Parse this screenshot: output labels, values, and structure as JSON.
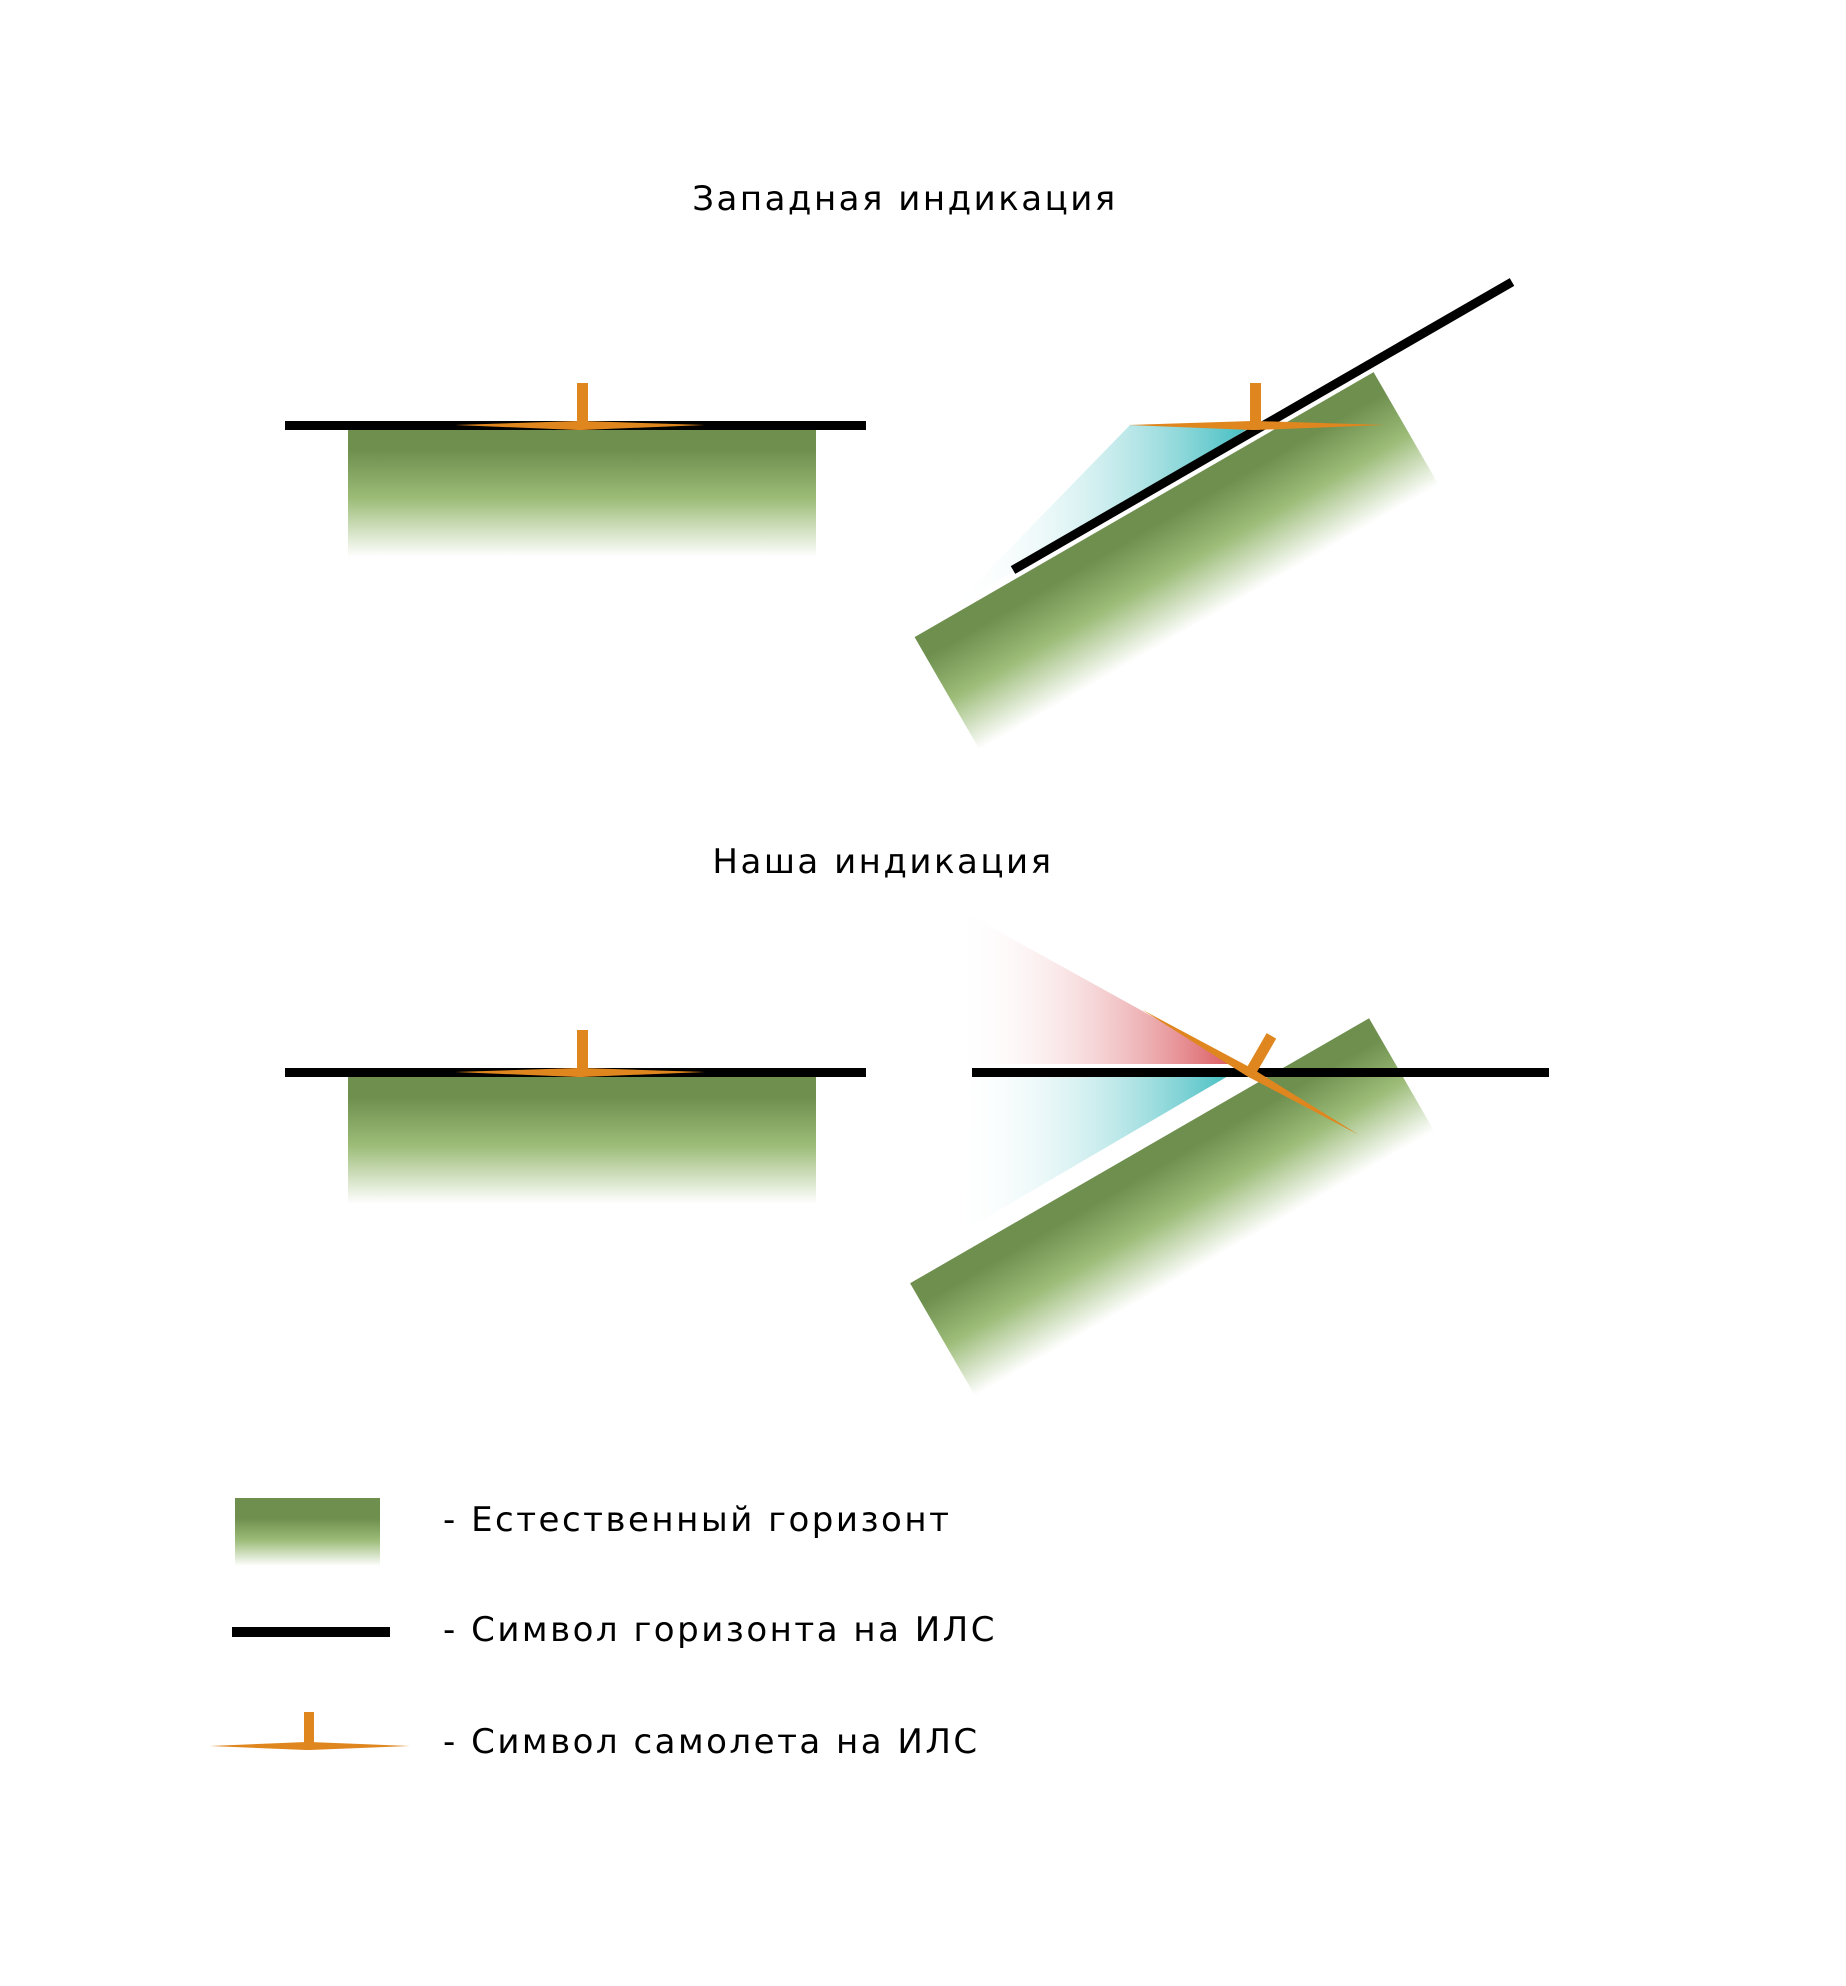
{
  "sections": {
    "western": {
      "title": "Западная индикация"
    },
    "ours": {
      "title": "Наша индикация"
    }
  },
  "legend": {
    "items": [
      {
        "symbol": "natural-horizon",
        "text": "- Естественный горизонт"
      },
      {
        "symbol": "hud-horizon-line",
        "text": "- Символ горизонта на ИЛС"
      },
      {
        "symbol": "aircraft-symbol",
        "text": "- Символ самолета на ИЛС"
      }
    ]
  },
  "colors": {
    "ground": "#6f8f4f",
    "horizon_line": "#000000",
    "aircraft_symbol": "#e0861e",
    "bank_indicator_cyan": "#3fbcc0",
    "bank_indicator_red": "#d9565c"
  }
}
